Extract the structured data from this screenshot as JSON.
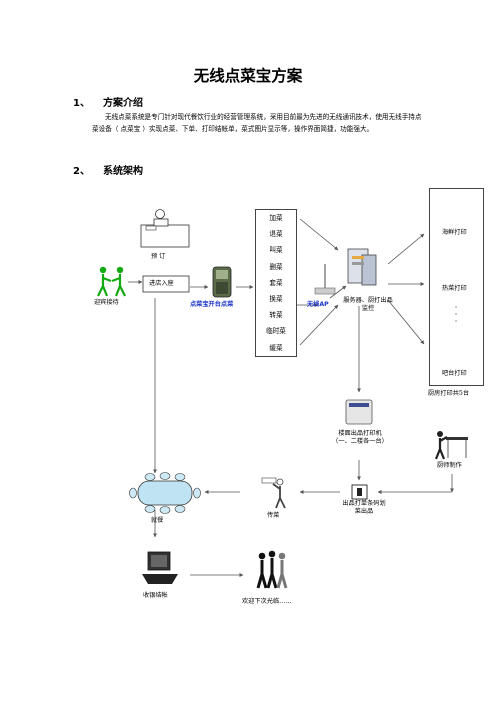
{
  "document": {
    "title": "无线点菜宝方案",
    "sections": [
      {
        "number": "1、",
        "heading": "方案介绍"
      },
      {
        "number": "2、",
        "heading": "系统架构"
      }
    ],
    "intro_text": "无线点菜系统是专门针对现代餐饮行业的经营管理系统，采用目前最为先进的无线通讯技术，使用无线手持点菜设备（ 点菜宝 ）实现点菜、下单、打印结帐单，菜式图片显示等，操作界面简捷，功能强大。"
  },
  "diagram": {
    "reservation": "预 订",
    "enter_seat": "进店入座",
    "greeting": "迎宾接待",
    "device_order": "点菜宝开台点菜",
    "operations": [
      "加菜",
      "退菜",
      "叫菜",
      "删菜",
      "套菜",
      "换菜",
      "转菜",
      "临时菜",
      "缓菜"
    ],
    "wireless_ap": "无线AP",
    "server": "服务器、厨打出品监控",
    "seafood_print": "海鲜打印",
    "hot_print": "热菜打印",
    "bar_print": "吧台打印",
    "kitchen_total": "厨房打印共5台",
    "floor_printer": "楼面出品打印机（一、二楼各一台）",
    "chef": "厨师制作",
    "barcode_out": "出品打单条码划菜出品",
    "serve": "传菜",
    "dining": "就餐",
    "checkout": "收银结帐",
    "welcome_back": "欢迎下次光临……"
  },
  "colors": {
    "accent_blue": "#1a33c8",
    "arrow_gray": "#555555"
  }
}
